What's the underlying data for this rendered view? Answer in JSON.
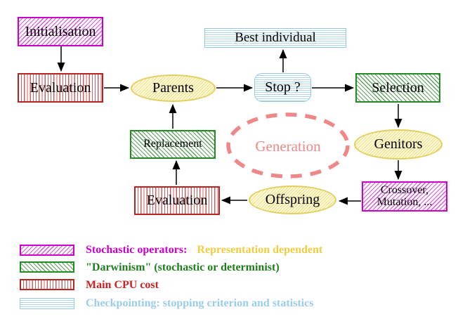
{
  "diagram": {
    "title_hint": "Evolutionary algorithm flowchart",
    "nodes": {
      "initialisation": "Initialisation",
      "evaluation_top": "Evaluation",
      "parents": "Parents",
      "stop": "Stop ?",
      "best_individual": "Best individual",
      "selection": "Selection",
      "genitors": "Genitors",
      "crossover_line1": "Crossover,",
      "crossover_line2": "Mutation, ...",
      "offspring": "Offspring",
      "evaluation_bottom": "Evaluation",
      "replacement": "Replacement",
      "generation": "Generation"
    },
    "legend": {
      "stochastic_label": "Stochastic operators:",
      "stochastic_extra": "Representation dependent",
      "darwinism_label": "\"Darwinism\" (stochastic or determinist)",
      "cpu_label": "Main CPU cost",
      "checkpoint_label": "Checkpointing: stopping criterion and statistics"
    },
    "colors": {
      "magenta": "#cc00cc",
      "green": "#228b22",
      "red": "#bb2222",
      "yellow_border": "#e3cf60",
      "yellow_text": "#eecc44",
      "cyan_border": "#94c8dc",
      "cyan_text": "#9accee",
      "salmon": "#ee8888",
      "arrow": "#000000"
    }
  }
}
